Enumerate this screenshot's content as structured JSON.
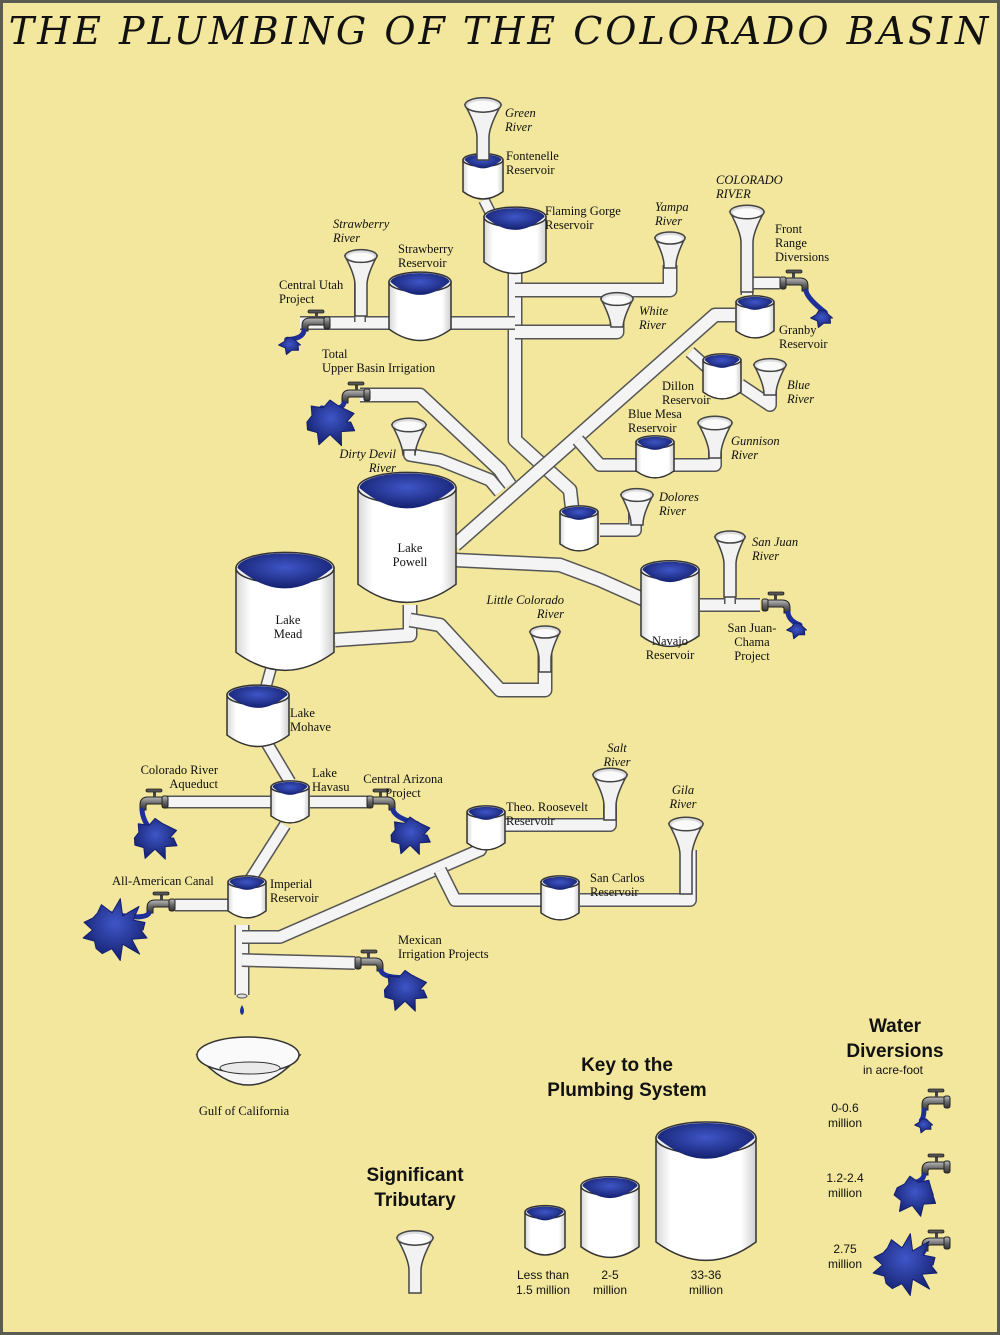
{
  "title": "THE PLUMBING OF THE COLORADO BASIN",
  "colors": {
    "background": "#f2e79c",
    "frame": "#5b5b52",
    "water": "#1f2f9a",
    "pipe": "#f4f4f4",
    "text": "#111111"
  },
  "rivers": {
    "green": [
      "Green",
      "River"
    ],
    "strawberry": [
      "Strawberry",
      "River"
    ],
    "yampa": [
      "Yampa",
      "River"
    ],
    "colorado": [
      "COLORADO",
      "RIVER"
    ],
    "white": [
      "White",
      "River"
    ],
    "blue": [
      "Blue",
      "River"
    ],
    "gunnison": [
      "Gunnison",
      "River"
    ],
    "dirty_devil": [
      "Dirty Devil",
      "River"
    ],
    "dolores": [
      "Dolores",
      "River"
    ],
    "san_juan": [
      "San Juan",
      "River"
    ],
    "little_colorado": [
      "Little Colorado",
      "River"
    ],
    "salt": [
      "Salt",
      "River"
    ],
    "gila": [
      "Gila",
      "River"
    ]
  },
  "reservoirs": {
    "fontenelle": [
      "Fontenelle",
      "Reservoir"
    ],
    "flaming_gorge": [
      "Flaming Gorge",
      "Reservoir"
    ],
    "strawberry": [
      "Strawberry",
      "Reservoir"
    ],
    "granby": [
      "Granby",
      "Reservoir"
    ],
    "dillon": [
      "Dillon",
      "Reservoir"
    ],
    "blue_mesa": [
      "Blue Mesa",
      "Reservoir"
    ],
    "powell": [
      "Lake",
      "Powell"
    ],
    "mead": [
      "Lake",
      "Mead"
    ],
    "navajo": [
      "Navajo",
      "Reservoir"
    ],
    "mohave": [
      "Lake",
      "Mohave"
    ],
    "havasu": [
      "Lake",
      "Havasu"
    ],
    "imperial": [
      "Imperial",
      "Reservoir"
    ],
    "roosevelt": [
      "Theo. Roosevelt",
      "Reservoir"
    ],
    "san_carlos": [
      "San Carlos",
      "Reservoir"
    ]
  },
  "diversions": {
    "central_utah": [
      "Central Utah",
      "Project"
    ],
    "upper_basin": [
      "Total",
      "Upper Basin Irrigation"
    ],
    "front_range": [
      "Front",
      "Range",
      "Diversions"
    ],
    "san_juan_chama": [
      "San Juan-",
      "Chama",
      "Project"
    ],
    "co_aqueduct": [
      "Colorado River",
      "Aqueduct"
    ],
    "central_az": [
      "Central Arizona",
      "Project"
    ],
    "all_american": [
      "All-American Canal"
    ],
    "mexican": [
      "Mexican",
      "Irrigation Projects"
    ]
  },
  "outlet": {
    "gulf": "Gulf of California"
  },
  "key": {
    "title": [
      "Key to  the",
      "Plumbing System"
    ],
    "sizes": [
      {
        "label": [
          "Less than",
          "1.5 million"
        ]
      },
      {
        "label": [
          "2-5",
          "million"
        ]
      },
      {
        "label": [
          "33-36",
          "million"
        ]
      }
    ]
  },
  "tributary_key": {
    "title": [
      "Significant",
      "Tributary"
    ]
  },
  "diversion_key": {
    "title": [
      "Water",
      "Diversions"
    ],
    "subtitle": "in acre-foot",
    "levels": [
      {
        "label": [
          "0-0.6",
          "million"
        ]
      },
      {
        "label": [
          "1.2-2.4",
          "million"
        ]
      },
      {
        "label": [
          "2.75",
          "million"
        ]
      }
    ]
  }
}
